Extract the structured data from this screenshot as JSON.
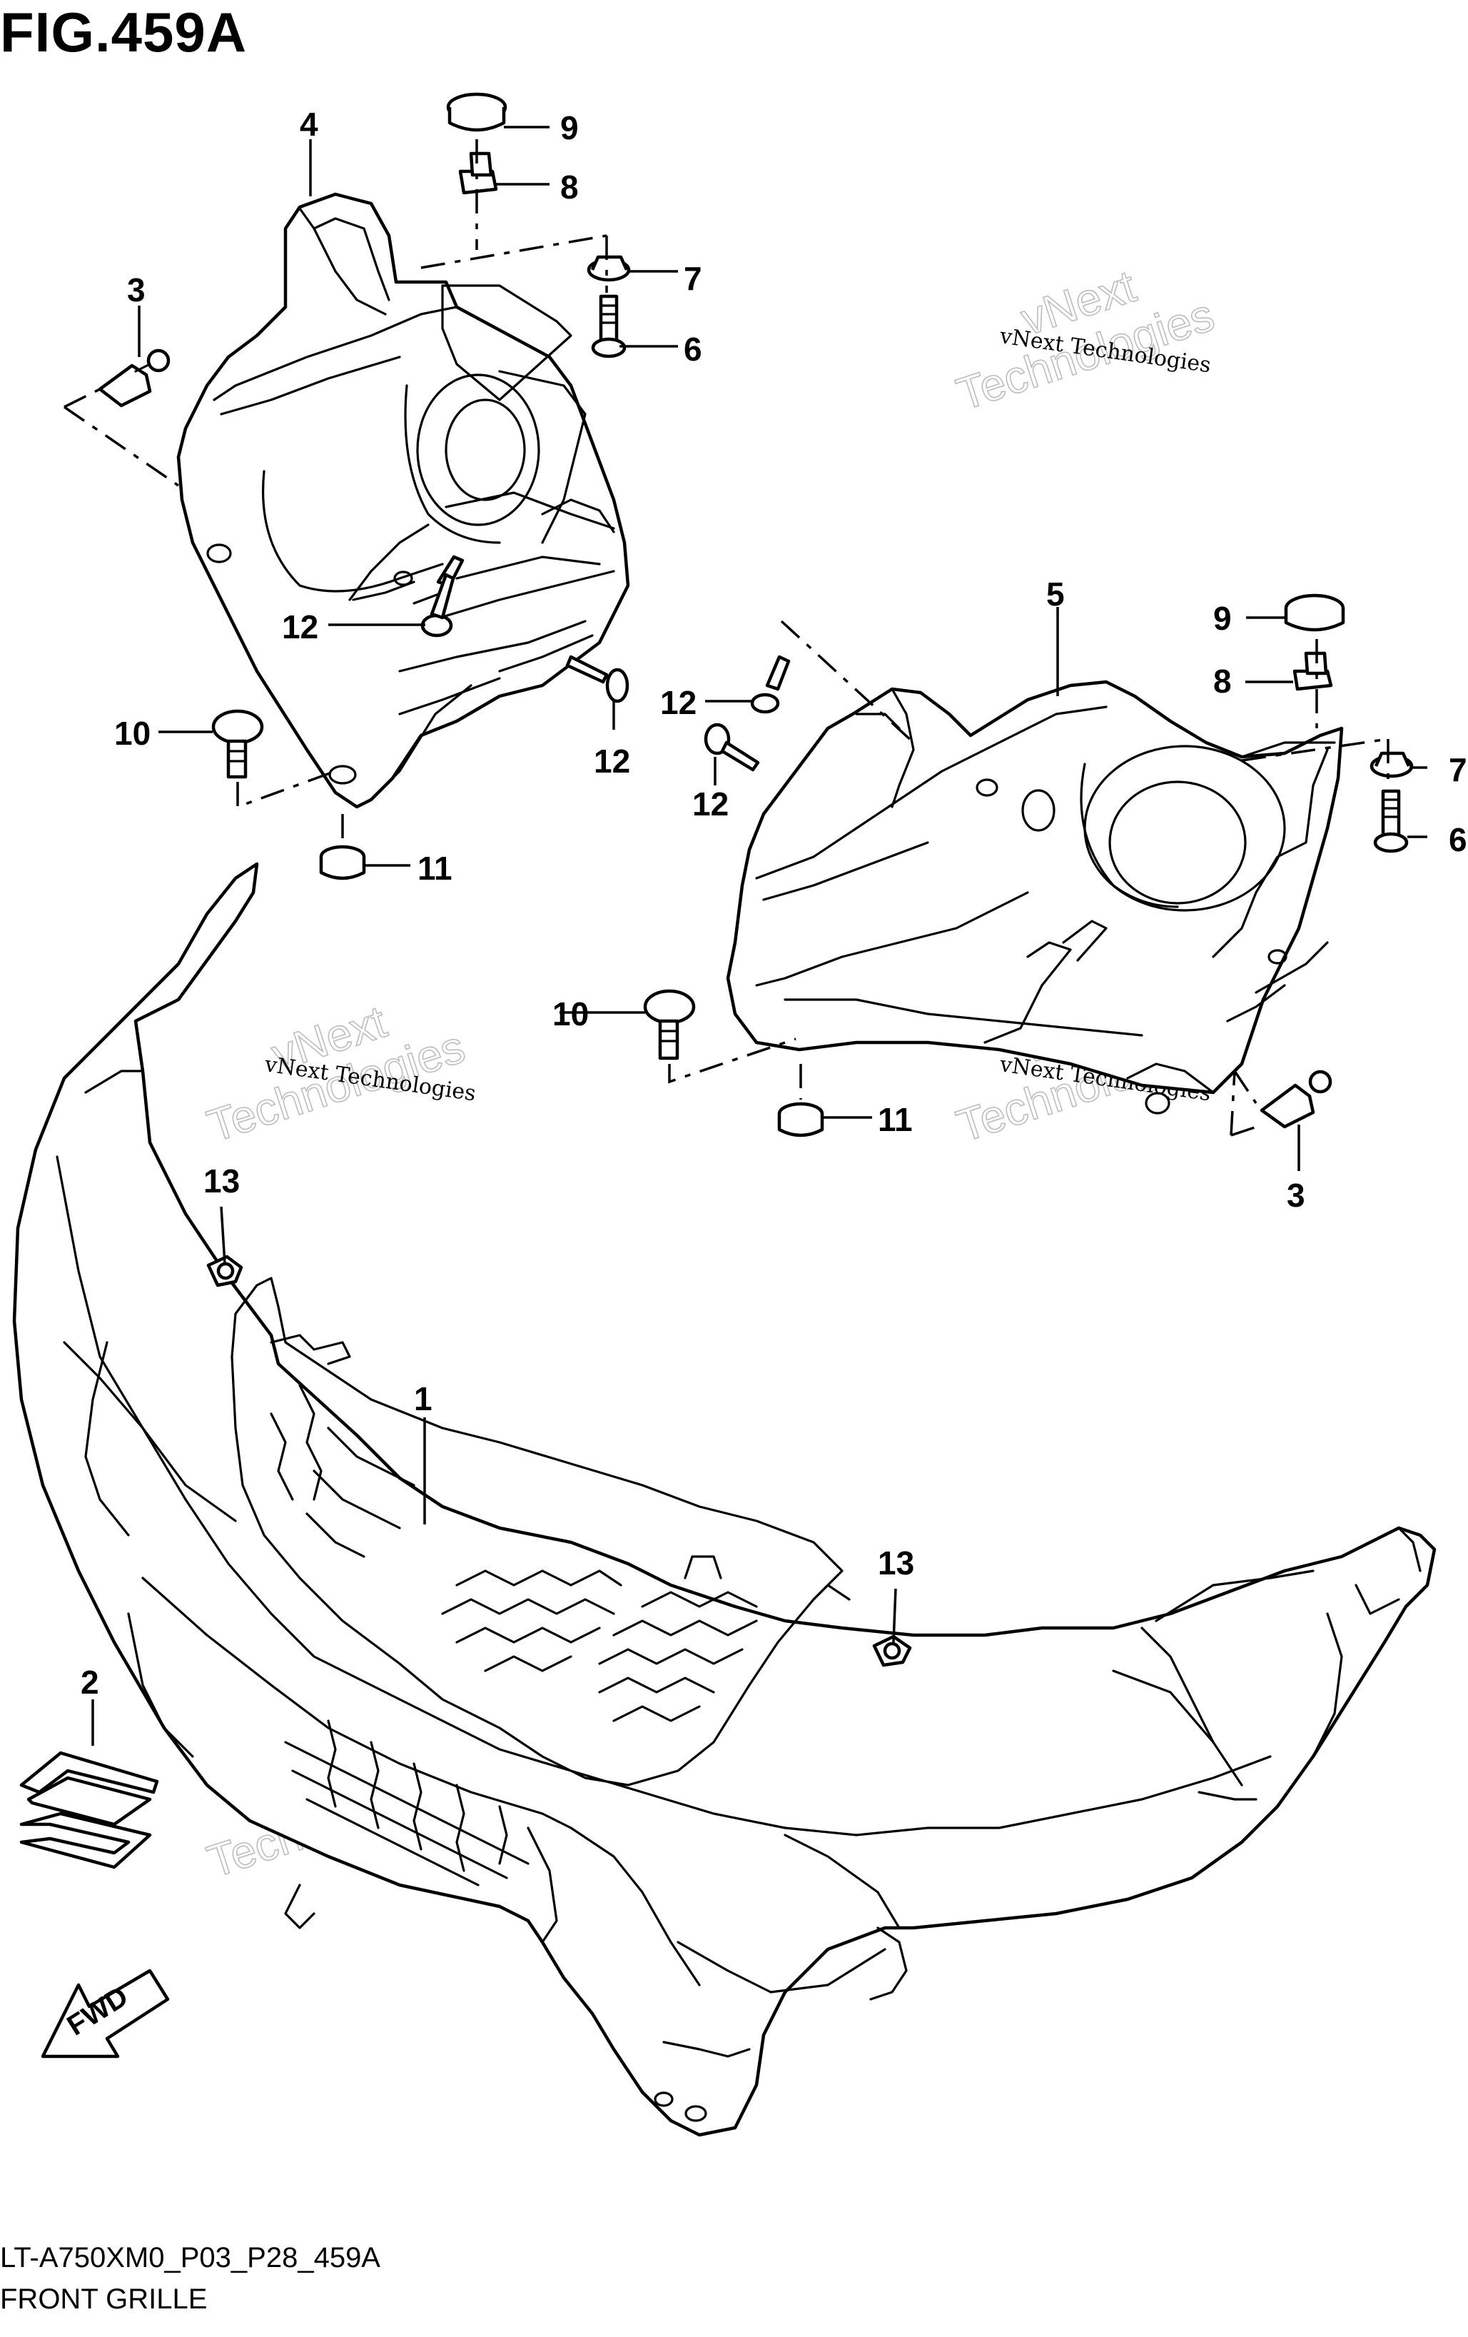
{
  "figure": {
    "title": "FIG.459A",
    "code": "LT-A750XM0_P03_P28_459A",
    "name": "FRONT GRILLE"
  },
  "watermark": {
    "line1": "vNext Technologies",
    "line2": "vNext",
    "line3": "Technologies"
  },
  "fwd_label": "FWD",
  "callouts": {
    "c1": "1",
    "c2": "2",
    "c3a": "3",
    "c3b": "3",
    "c4": "4",
    "c5": "5",
    "c6a": "6",
    "c6b": "6",
    "c7a": "7",
    "c7b": "7",
    "c8a": "8",
    "c8b": "8",
    "c9a": "9",
    "c9b": "9",
    "c10a": "10",
    "c10b": "10",
    "c11a": "11",
    "c11b": "11",
    "c12a": "12",
    "c12b": "12",
    "c12c": "12",
    "c12d": "12",
    "c13a": "13",
    "c13b": "13"
  }
}
